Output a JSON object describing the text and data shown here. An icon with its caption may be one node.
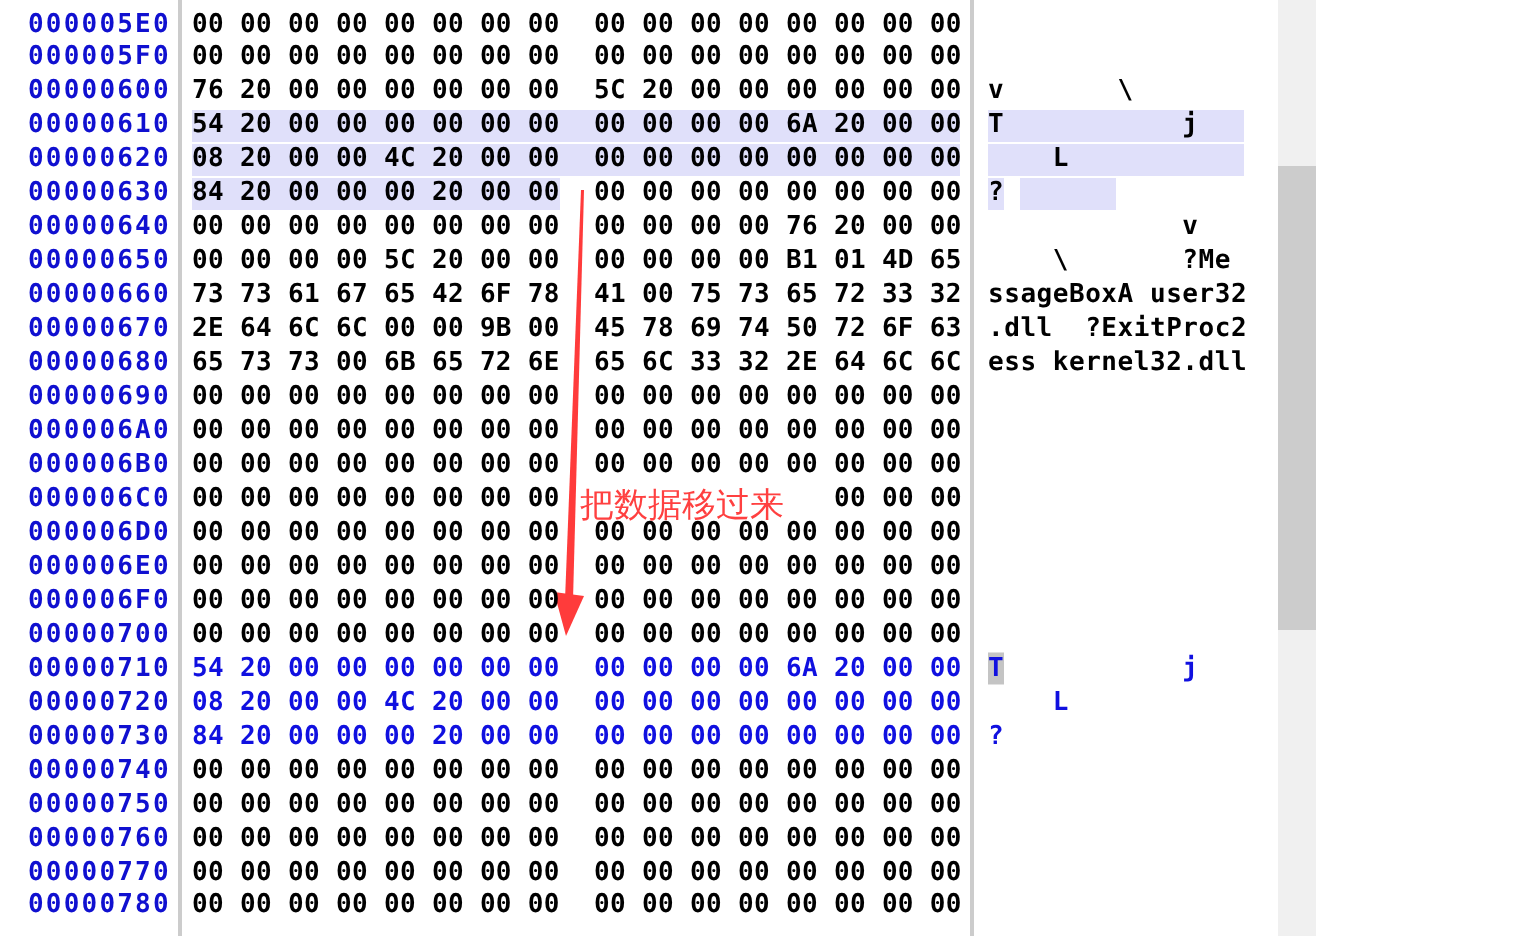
{
  "diagram": {
    "labels": [
      "000005E0",
      "00 00 00 00 00 00 00 00",
      "00 00 00 00 00 00 00 00",
      "000005F0",
      "00 00 00 00 00 00 00 00",
      "00 00 00 00 00 00 00 00",
      "00000600",
      "76 20 00 00 00 00 00 00",
      "5C 20 00 00 00 00 00 00",
      "v       \\",
      "00000610",
      "54 20 00 00 00 00 00 00",
      "00 00 00 00 6A 20 00 00",
      "T           j",
      "00000620",
      "08 20 00 00 4C 20 00 00",
      "00 00 00 00 00 00 00 00",
      "    L",
      "00000630",
      "84 20 00 00 00 20 00 00",
      "00 00 00 00 00 00 00 00",
      "?",
      "00000640",
      "00 00 00 00 00 00 00 00",
      "00 00 00 00 76 20 00 00",
      "            v",
      "00000650",
      "00 00 00 00 5C 20 00 00",
      "00 00 00 00 B1 01 4D 65",
      "    \\       ?Me",
      "00000660",
      "73 73 61 67 65 42 6F 78",
      "41 00 75 73 65 72 33 32",
      "ssageBoxA user32",
      "00000670",
      "2E 64 6C 6C 00 00 9B 00",
      "45 78 69 74 50 72 6F 63",
      ".dll  ?ExitProc2",
      "00000680",
      "65 73 73 00 6B 65 72 6E",
      "65 6C 33 32 2E 64 6C 6C",
      "ess kernel32.dll",
      "00000690",
      "00 00 00 00 00 00 00 00",
      "00 00 00 00 00 00 00 00",
      "000006A0",
      "00 00 00 00 00 00 00 00",
      "00 00 00 00 00 00 00 00",
      "000006B0",
      "00 00 00 00 00 00 00 00",
      "00 00 00 00 00 00 00 00",
      "把数据移过来",
      "000006C0",
      "00 00 00 00 00 00 00 00",
      "00 00 00",
      "000006D0",
      "00 00 00 00 00 00 00 00",
      "00 00 00 00 00 00 00 00",
      "000006E0",
      "00 00 00 00 00 00 00 00",
      "00 00 00 00 00 00 00 00",
      "000006F0",
      "00 00 00 00 00 00 00 00",
      "00 00 00 00 00 00 00 00",
      "00000700",
      "00 00 00 00 00 00 00 00",
      "00 00 00 00 00 00 00 00",
      "00000710",
      "54 20 00 00 00 00 00 00",
      "00 00 00 00 6A 20 00 00",
      "T           j",
      "00000720",
      "08 20 00 00 4C 20 00 00",
      "00 00 00 00 00 00 00 00",
      "    L",
      "00000730",
      "84 20 00 00 00 20 00 00",
      "00 00 00 00 00 00 00 00",
      "?",
      "00000740",
      "00 00 00 00 00 00 00 00",
      "00 00 00 00 00 00 00 00",
      "00000750",
      "00 00 00 00 00 00 00 00",
      "00 00 00 00 00 00 00 00",
      "00000760",
      "00 00 00 00 00 00 00 00",
      "00 00 00 00 00 00 00 00",
      "00000770",
      "00 00 00 00 00 00 00 00",
      "00 00 00 00 00 00 00 00",
      "00000780",
      "00 00 00 00 00 00 00 00",
      "00 00 00 00 00 00 00 00"
    ]
  }
}
